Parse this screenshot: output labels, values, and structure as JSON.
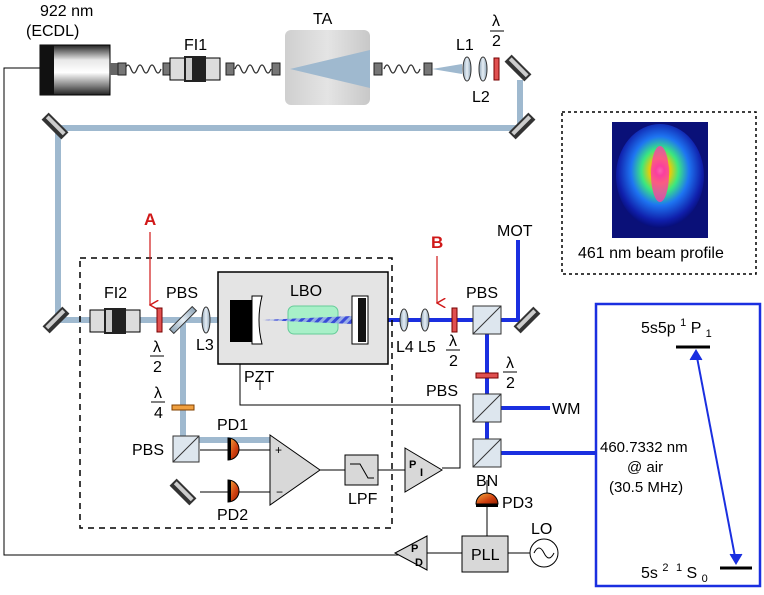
{
  "laser": {
    "wavelength": "922 nm",
    "type": "(ECDL)"
  },
  "components": {
    "fi1": "FI1",
    "ta": "TA",
    "l1": "L1",
    "l2": "L2",
    "fi2": "FI2",
    "pbs_main": "PBS",
    "l3": "L3",
    "lbo": "LBO",
    "pzt": "PZT",
    "l4": "L4",
    "l5": "L5",
    "pbs_out": "PBS",
    "pbs_wm": "PBS",
    "wm": "WM",
    "bn": "BN",
    "pbs_det": "PBS",
    "pd1": "PD1",
    "pd2": "PD2",
    "pd3": "PD3",
    "lpf": "LPF",
    "pll": "PLL",
    "lo": "LO",
    "mot": "MOT",
    "pi_letters": [
      "P",
      "I"
    ],
    "pd_letters": [
      "P",
      "D"
    ]
  },
  "fractions": {
    "half_num": "λ",
    "half_den": "2",
    "quarter_num": "λ",
    "quarter_den": "4"
  },
  "markers": {
    "a": "A",
    "b": "B"
  },
  "beam_profile": {
    "caption": "461 nm beam profile"
  },
  "levels": {
    "upper": {
      "config": "5s5p",
      "mult": "1",
      "term": "P",
      "j": "1"
    },
    "lower": {
      "config": "5s",
      "config_sup": "2",
      "mult": "1",
      "term": "S",
      "j": "0"
    },
    "transition": [
      "460.7332 nm",
      "@ air",
      "(30.5 MHz)"
    ]
  },
  "colors": {
    "ir_beam": "#9fb9cf",
    "blue_beam": "#1a2fe0",
    "marker_red": "#d01818",
    "waveplate_red": "#e05050",
    "waveplate_orange": "#f0a040",
    "photodiode": "#d04010"
  }
}
